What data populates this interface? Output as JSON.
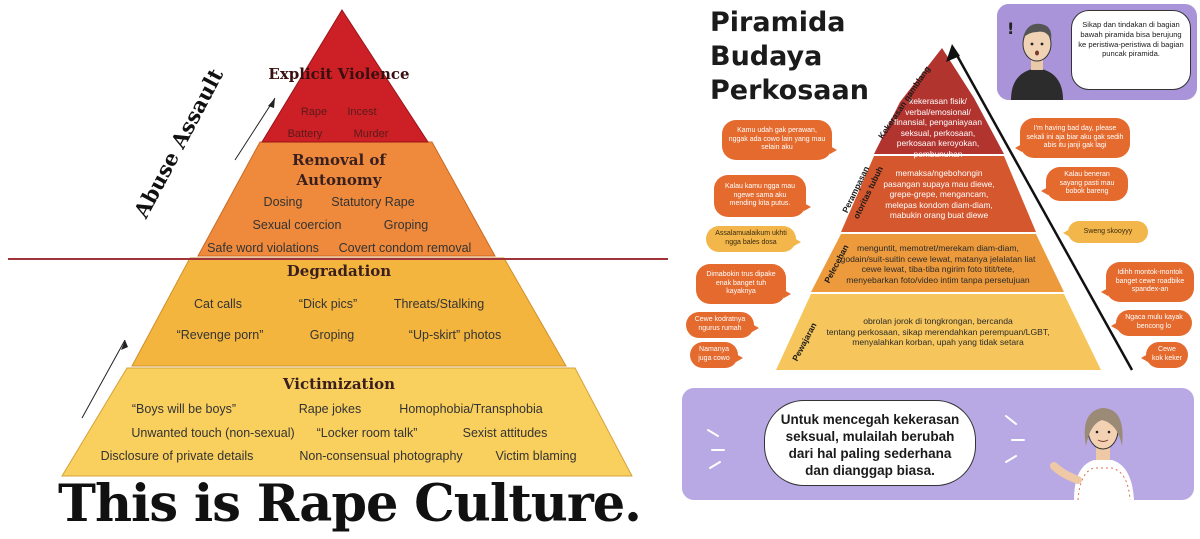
{
  "left": {
    "levels": {
      "explicit": {
        "title": "Explicit Violence",
        "items": [
          "Rape",
          "Incest",
          "Battery",
          "Murder"
        ]
      },
      "autonomy": {
        "title_line1": "Removal of",
        "title_line2": "Autonomy",
        "items": [
          "Dosing",
          "Statutory Rape",
          "Sexual coercion",
          "Groping",
          "Safe word violations",
          "Covert condom removal"
        ]
      },
      "degradation": {
        "title": "Degradation",
        "items": [
          "Cat calls",
          "“Dick pics”",
          "Threats/Stalking",
          "“Revenge porn”",
          "Groping",
          "“Up-skirt” photos"
        ]
      },
      "victimization": {
        "title": "Victimization",
        "items": [
          "“Boys will be boys”",
          "Rape jokes",
          "Homophobia/Transphobia",
          "Unwanted touch (non-sexual)",
          "“Locker room talk”",
          "Sexist attitudes",
          "Disclosure of private details",
          "Non-consensual photography",
          "Victim blaming"
        ]
      }
    },
    "side_label": "Abuse Assault",
    "footer": "This is Rape Culture.",
    "colors": {
      "red": "#cc2026",
      "orange": "#ef8a3c",
      "amber": "#f4b53f",
      "yellow": "#f9cf5e",
      "line": "#a0343a"
    }
  },
  "right": {
    "title_lines": [
      "Piramida",
      "Budaya",
      "Perkosaan"
    ],
    "tiers": {
      "t1": [
        "kekerasan fisik/",
        "verbal/emosional/",
        "finansial, penganiayaan",
        "seksual, perkosaan,",
        "perkosaan keroyokan,",
        "pembunuhan"
      ],
      "t2": [
        "memaksa/ngebohongin",
        "pasangan supaya mau diewe,",
        "grepe-grepe, mengancam,",
        "melepas kondom diam-diam,",
        "mabukin orang buat diewe"
      ],
      "t3": [
        "menguntit, memotret/merekam diam-diam,",
        "godain/suit-suitin cewe lewat, matanya jelalatan liat",
        "cewe lewat, tiba-tiba ngirim foto titit/tete,",
        "menyebarkan foto/video intim tanpa persetujuan"
      ],
      "t4": [
        "obrolan jorok di tongkrongan, bercanda",
        "tentang perkosaan, sikap merendahkan perempuan/LGBT,",
        "menyalahkan korban, upah yang tidak setara"
      ]
    },
    "side_labels": {
      "kekerasan": "Kekerasan gamblang",
      "perampasan1": "Perampasan",
      "perampasan2": "otoritas tubuh",
      "pelecehan": "Pelecehan",
      "pewajaran": "Pewajaran"
    },
    "bubbles_left": [
      "Kamu udah gak perawan, nggak ada cowo lain yang mau selain aku",
      "Kalau kamu ngga mau ngewe sama aku mending kita putus.",
      "Assalamualaikum ukhti ngga bales dosa",
      "Dimabokin trus dipake enak banget tuh kayaknya",
      "Cewe kodratnya ngurus rumah",
      "Namanya juga cowo"
    ],
    "bubbles_right": [
      "I'm having bad day, please sekali ini aja biar aku gak sedih abis itu janji gak lagi",
      "Kalau beneran sayang pasti mau bobok bareng",
      "Sweng skooyyy",
      "Idihh montok-montok banget cewe roadbike spandex-an",
      "Ngaca mulu kayak bencong lo",
      "Cewe kok keker"
    ],
    "top_card_text": "Sikap dan tindakan di bagian bawah piramida bisa berujung ke peristiwa-peristiwa di bagian puncak piramida.",
    "bottom_card_text": "Untuk mencegah kekerasan seksual, mulailah berubah dari hal paling sederhana dan dianggap biasa.",
    "colors": {
      "t1": "#b2342f",
      "t2": "#d4572e",
      "t3": "#ec9a3c",
      "t4": "#f6c65c",
      "bubble": "#e46a2e",
      "bubble_yellow": "#f2b64a",
      "card": "#a994d9"
    }
  }
}
